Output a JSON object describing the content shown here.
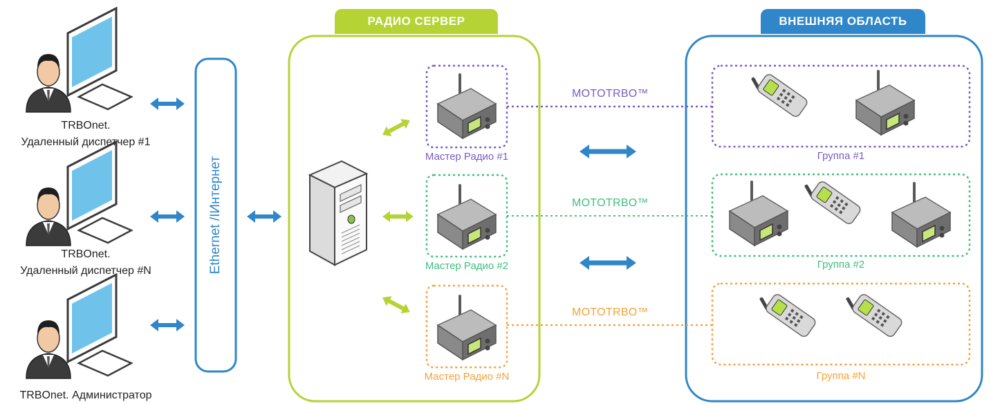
{
  "sections": {
    "radio_server_title": "РАДИО СЕРВЕР",
    "external_area_title": "ВНЕШНЯЯ ОБЛАСТЬ"
  },
  "network": {
    "label": "Ethernet /IИнтернет"
  },
  "users": [
    {
      "line1": "TRBOnet.",
      "line2": "Удаленный диспетчер #1"
    },
    {
      "line1": "TRBOnet.",
      "line2": "Удаленный диспетчер #N"
    },
    {
      "line1": "TRBOnet. Администратор",
      "line2": ""
    }
  ],
  "masters": [
    {
      "label": "Мастер Радио #1",
      "color": "#7a5cc4"
    },
    {
      "label": "Мастер Радио #2",
      "color": "#3fbf7f"
    },
    {
      "label": "Мастер Радио #N",
      "color": "#f4a23a"
    }
  ],
  "links": [
    {
      "label": "MOTOTRBO™",
      "color": "#7a5cc4"
    },
    {
      "label": "MOTOTRBO™",
      "color": "#3fbf7f"
    },
    {
      "label": "MOTOTRBO™",
      "color": "#f4a23a"
    }
  ],
  "groups": [
    {
      "label": "Группа #1",
      "color": "#7a5cc4"
    },
    {
      "label": "Группа #2",
      "color": "#3fbf7f"
    },
    {
      "label": "Группа #N",
      "color": "#f4a23a"
    }
  ],
  "colors": {
    "blue": "#2f86c8",
    "lime": "#b5d334",
    "purple": "#7a5cc4",
    "green": "#3fbf7f",
    "orange": "#f4a23a"
  }
}
